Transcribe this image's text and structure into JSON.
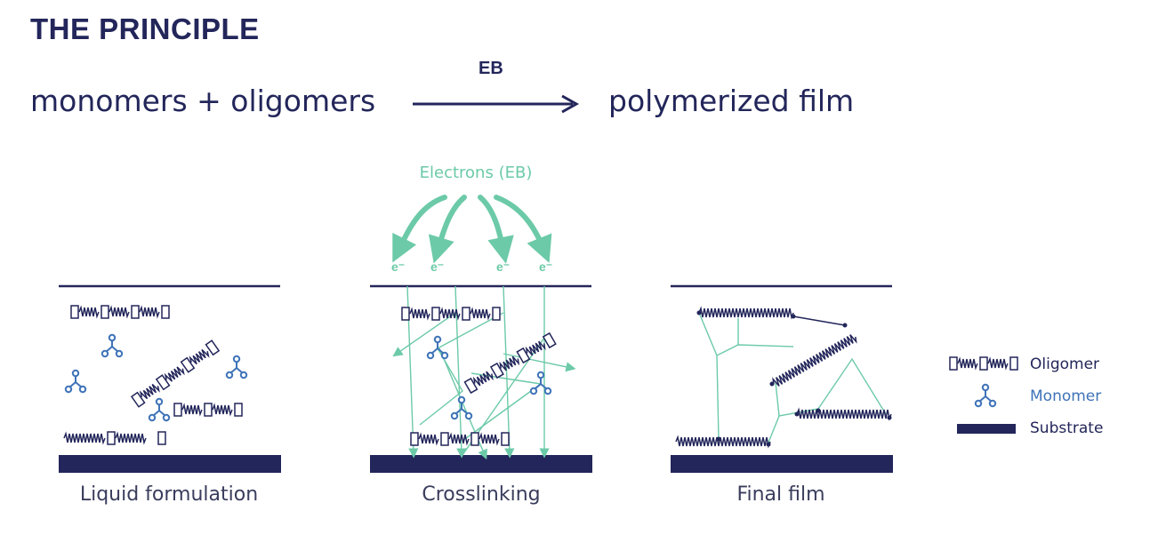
{
  "header": {
    "title": "THE PRINCIPLE",
    "reactants": "monomers + oligomers",
    "arrow_label": "EB",
    "products": "polymerized film"
  },
  "panels": {
    "liquid_caption": "Liquid formulation",
    "crosslinking_caption": "Crosslinking",
    "final_caption": "Final film",
    "electrons_label": "Electrons (EB)",
    "electron_symbol": "e⁻"
  },
  "legend": {
    "oligomer": "Oligomer",
    "monomer": "Monomer",
    "substrate": "Substrate"
  },
  "colors": {
    "navy": "#23265a",
    "monomer_blue": "#3f73b8",
    "electron_green": "#6ccaa8"
  }
}
